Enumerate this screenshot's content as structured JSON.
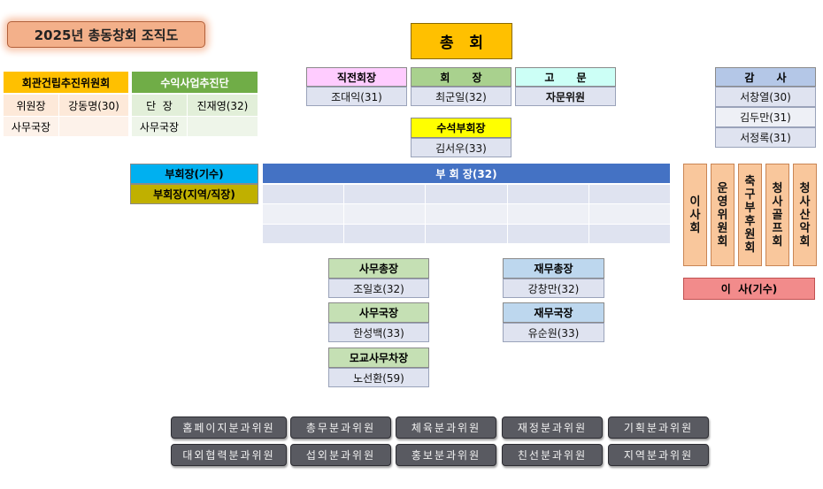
{
  "title": "2025년 총동창회 조직도",
  "president_top": "총   회",
  "chairman": {
    "label": "회      장",
    "name": "최군일(32)"
  },
  "previous_chairman": {
    "label": "직전회장",
    "name": "조대익(31)"
  },
  "advisor": {
    "label": "고      문",
    "sub": "자문위원"
  },
  "senior_vice": {
    "label": "수석부회장",
    "name": "김서우(33)"
  },
  "auditors": {
    "label": "감      사",
    "names": [
      "서창열(30)",
      "김두만(31)",
      "서정록(31)"
    ]
  },
  "hall_committee": {
    "title": "회관건립추진위원회",
    "rows": [
      [
        "위원장",
        "강동명(30)"
      ],
      [
        "사무국장",
        ""
      ]
    ]
  },
  "revenue_group": {
    "title": "수익사업추진단",
    "rows": [
      [
        "단  장",
        "진재영(32)"
      ],
      [
        "사무국장",
        ""
      ]
    ]
  },
  "vice_by_class": "부회장(기수)",
  "vice_by_region": "부회장(지역/직장)",
  "vice_main": "부 회 장(32)",
  "boards": [
    "이\n사\n회",
    "운\n영\n위\n원\n회",
    "축\n구\n부\n후\n원\n회",
    "청\n사\n골\n프\n회",
    "청\n사\n산\n악\n회"
  ],
  "director_class": "이  사(기수)",
  "secretary_general": {
    "label": "사무총장",
    "name": "조일호(32)"
  },
  "secretary_director": {
    "label": "사무국장",
    "name": "한성백(33)"
  },
  "school_vice_secretary": {
    "label": "모교사무차장",
    "name": "노선환(59)"
  },
  "finance_general": {
    "label": "재무총장",
    "name": "강창만(32)"
  },
  "finance_director": {
    "label": "재무국장",
    "name": "유순원(33)"
  },
  "committees": [
    [
      "홈페이지분과위원",
      "총무분과위원",
      "체육분과위원",
      "재정분과위원",
      "기획분과위원"
    ],
    [
      "대외협력분과위원",
      "섭외분과위원",
      "홍보분과위원",
      "친선분과위원",
      "지역분과위원"
    ]
  ],
  "colors": {
    "yellow_orange": "#ffc000",
    "pink": "#ffccff",
    "green": "#a9d18e",
    "teal": "#ccfff6",
    "cyan": "#00b0f0",
    "yellow": "#ffff00",
    "olive": "#c0b000",
    "blue": "#4472c4",
    "peach": "#f9c79c",
    "rose": "#f28b8b",
    "light_green": "#c5e0b4",
    "light_blue": "#bdd7ee"
  }
}
